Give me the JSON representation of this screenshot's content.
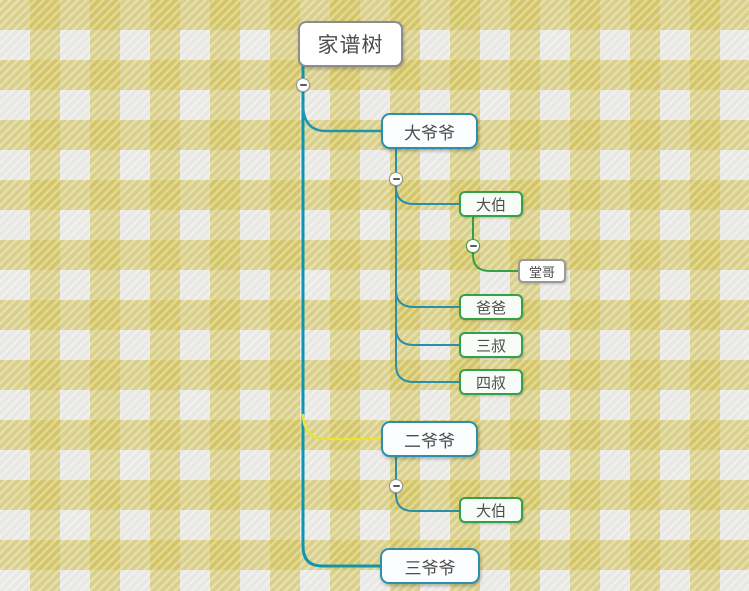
{
  "app": {
    "view": "mindmap-canvas"
  },
  "colors": {
    "trunk_teal": "#1295ac",
    "branch_teal": "#2b8fa9",
    "branch_yellow": "#e9e23e",
    "branch_green": "#35a04a",
    "node_border_gray": "#8c8c8c",
    "node_border_blue": "#2e8fad",
    "node_border_green": "#35a04a",
    "background_yellow": "#d2c45f",
    "background_gray": "#e9e8e5",
    "text": "#4d4d4d"
  },
  "icons": {
    "collapse": "minus-icon"
  },
  "mindmap": {
    "tree": {
      "label": "家谱树",
      "children": [
        {
          "label": "大爷爷",
          "children": [
            {
              "label": "大伯",
              "children": [
                {
                  "label": "堂哥"
                }
              ]
            },
            {
              "label": "爸爸"
            },
            {
              "label": "三叔"
            },
            {
              "label": "四叔"
            }
          ]
        },
        {
          "label": "二爷爷",
          "children": [
            {
              "label": "大伯"
            }
          ]
        },
        {
          "label": "三爷爷"
        }
      ]
    }
  }
}
